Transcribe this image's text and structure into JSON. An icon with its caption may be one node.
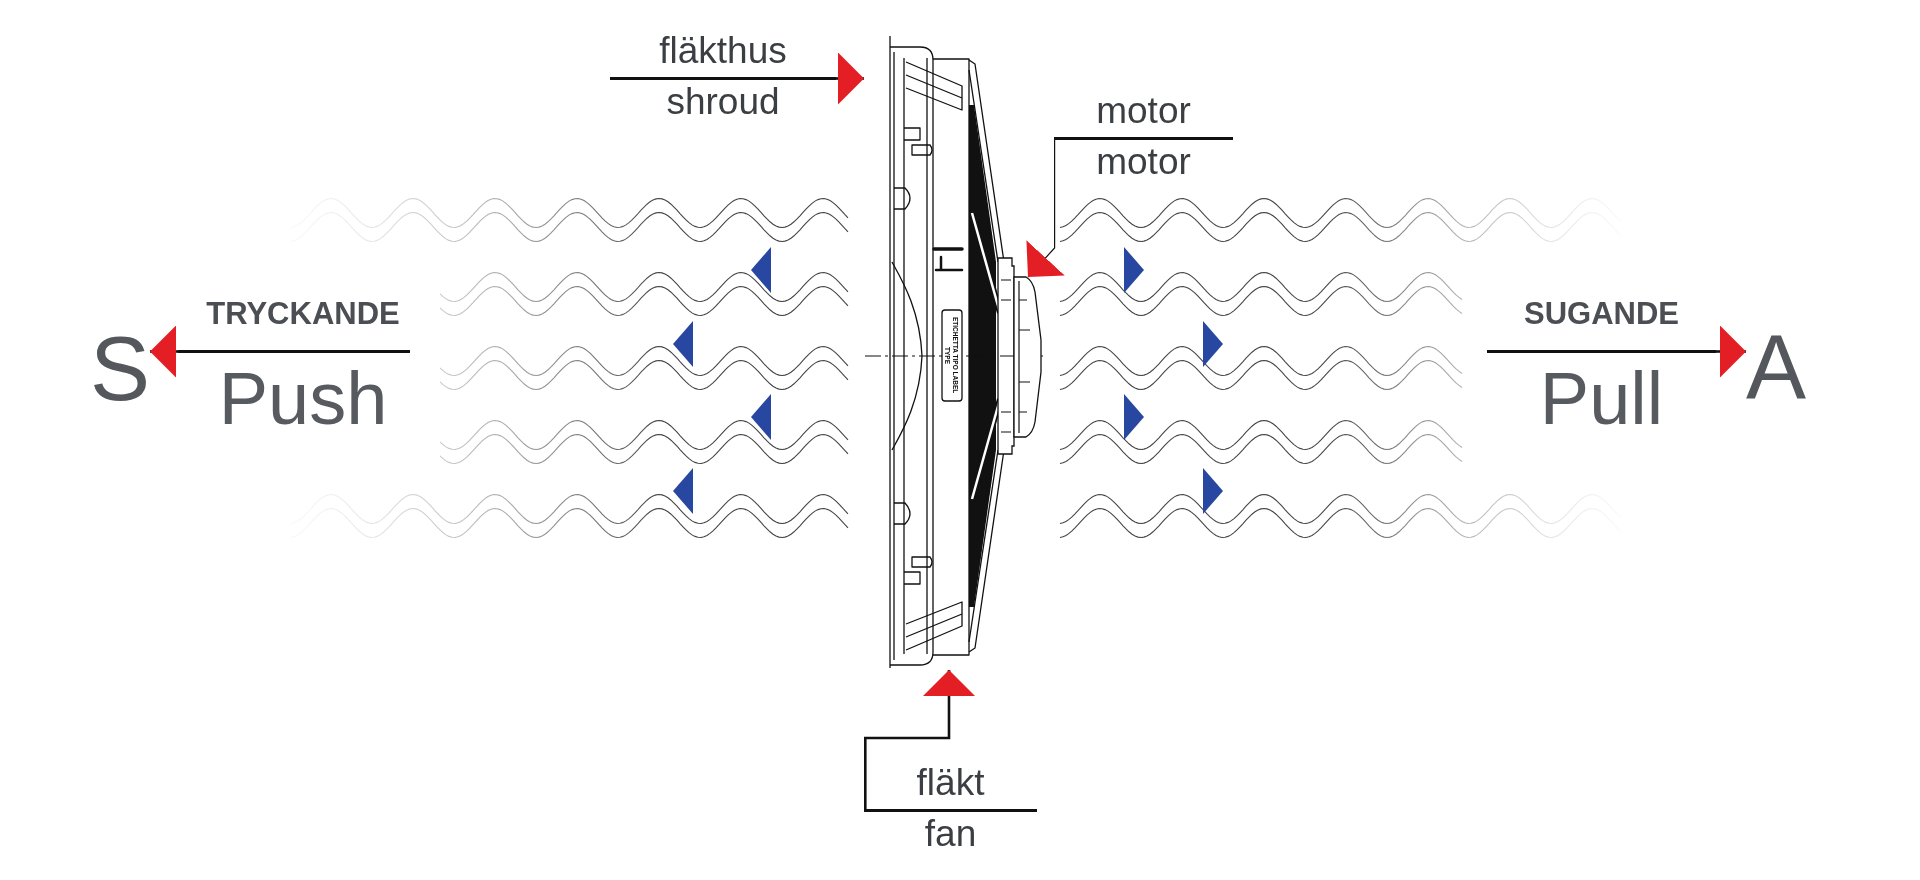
{
  "diagram": {
    "nodes": [
      {
        "text": [
          "fläkthus",
          "shroud"
        ]
      },
      {
        "text": [
          "motor",
          "motor"
        ]
      },
      {
        "text": [
          "S"
        ]
      },
      {
        "text": [
          "TRYCKANDE",
          "Push"
        ]
      },
      {
        "text": [
          "SUGANDE",
          "Pull"
        ]
      },
      {
        "text": [
          "A"
        ]
      },
      {
        "text": [
          "fläkt",
          "fan"
        ]
      },
      {
        "text": [],
        "shape": "picture"
      },
      {
        "text": [],
        "shape": "picture",
        "in": 7
      }
    ],
    "edges": [
      {
        "from": 0,
        "to": 7,
        "arrow": "to"
      },
      {
        "from": 1,
        "to": 8,
        "arrow": "to"
      },
      {
        "from": 3,
        "to": 2,
        "arrow": "to"
      },
      {
        "from": 4,
        "to": 5,
        "arrow": "to"
      },
      {
        "from": 6,
        "to": 7,
        "arrow": "to"
      }
    ],
    "labels": [
      "ETICHETTA TIPO LABEL TYPE"
    ]
  }
}
